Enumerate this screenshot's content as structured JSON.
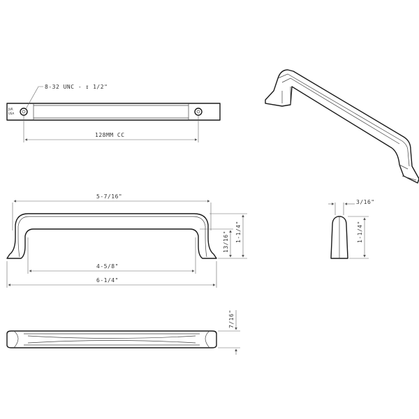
{
  "colors": {
    "line": "#1a1a1a",
    "dimension": "#666666",
    "background": "#ffffff"
  },
  "top_view": {
    "thread_callout": "8-32 UNC - ↧ 1/2\"",
    "center_to_center": "128MM CC",
    "logo_text_1": "JVR",
    "logo_text_2": "USA"
  },
  "front_view": {
    "overall_top": "5-7/16\"",
    "inner_width": "4-5/8\"",
    "overall_length": "6-1/4\"",
    "projection": "1-1/4\"",
    "clearance": "13/16\""
  },
  "side_view": {
    "thickness": "3/16\"",
    "projection": "1-1/4\""
  },
  "bottom_view": {
    "width": "7/16\""
  }
}
